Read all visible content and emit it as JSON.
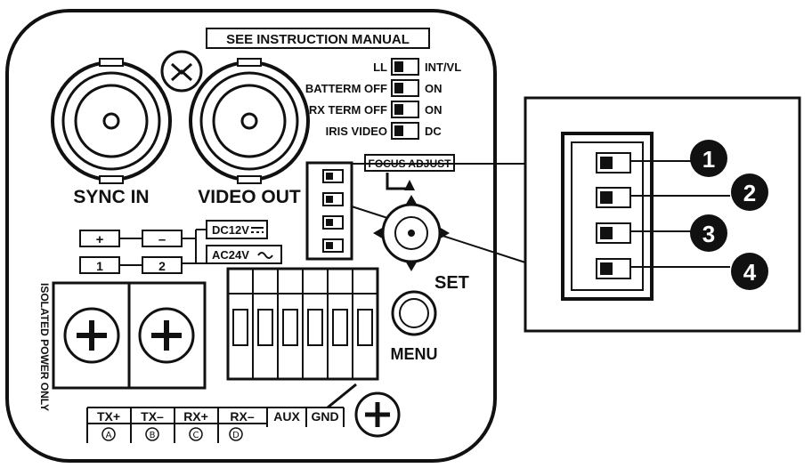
{
  "labels": {
    "manual": "SEE INSTRUCTION MANUAL",
    "sync_in": "SYNC IN",
    "video_out": "VIDEO OUT",
    "focus_adjust": "FOCUS ADJUST",
    "set": "SET",
    "menu": "MENU",
    "isolated_power_only": "ISOLATED POWER ONLY",
    "dc12v": "DC12V",
    "ac24v": "AC24V",
    "plus": "+",
    "minus": "–",
    "one": "1",
    "two": "2"
  },
  "switch_rows": [
    {
      "left": "LL",
      "right": "INT/VL"
    },
    {
      "left": "BATTERM OFF",
      "right": "ON"
    },
    {
      "left": "RX TERM OFF",
      "right": "ON"
    },
    {
      "left": "IRIS VIDEO",
      "right": "DC"
    }
  ],
  "terminals": [
    {
      "label": "TX+",
      "circle": "A"
    },
    {
      "label": "TX–",
      "circle": "B"
    },
    {
      "label": "RX+",
      "circle": "C"
    },
    {
      "label": "RX–",
      "circle": "D"
    },
    {
      "label": "AUX",
      "circle": ""
    },
    {
      "label": "GND",
      "circle": ""
    }
  ],
  "callouts": [
    "1",
    "2",
    "3",
    "4"
  ]
}
